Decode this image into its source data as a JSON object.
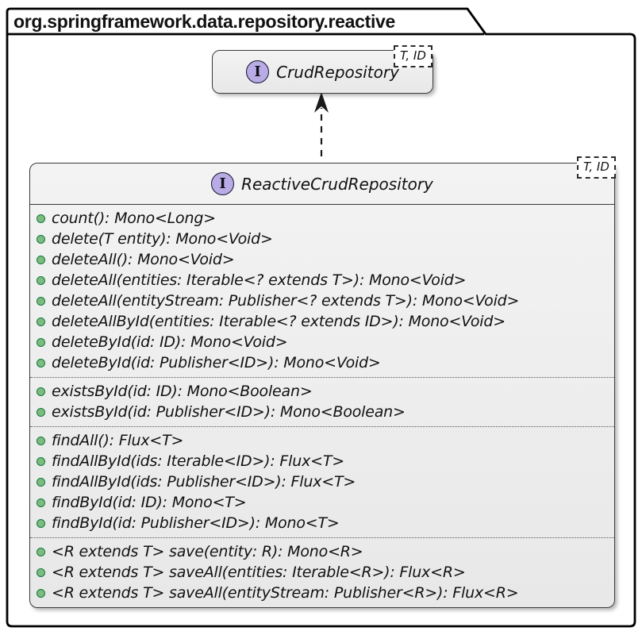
{
  "colors": {
    "ink": "#111111",
    "box-border": "#3a3a3a",
    "accent-purple": "#b9abe6",
    "green-fill": "#7fbb7f",
    "green-border": "#0b7a3e",
    "box-fill-top": "#f3f3f3",
    "box-fill-bottom": "#e8e8e8"
  },
  "package": {
    "title": "org.springframework.data.repository.reactive"
  },
  "crud_repository": {
    "stereotype_letter": "I",
    "name": "CrudRepository",
    "generics": "T, ID"
  },
  "relationship": {
    "type": "dashed-extends-arrow",
    "from": "ReactiveCrudRepository",
    "to": "CrudRepository"
  },
  "reactive_crud_repository": {
    "stereotype_letter": "I",
    "name": "ReactiveCrudRepository",
    "generics": "T, ID",
    "sections": [
      {
        "methods": [
          "count(): Mono<Long>",
          "delete(T entity): Mono<Void>",
          "deleteAll(): Mono<Void>",
          "deleteAll(entities: Iterable<? extends T>): Mono<Void>",
          "deleteAll(entityStream: Publisher<? extends T>): Mono<Void>",
          "deleteAllById(entities: Iterable<? extends ID>): Mono<Void>",
          "deleteById(id: ID): Mono<Void>",
          "deleteById(id: Publisher<ID>): Mono<Void>"
        ]
      },
      {
        "methods": [
          "existsById(id: ID): Mono<Boolean>",
          "existsById(id: Publisher<ID>): Mono<Boolean>"
        ]
      },
      {
        "methods": [
          "findAll(): Flux<T>",
          "findAllById(ids: Iterable<ID>): Flux<T>",
          "findAllById(ids: Publisher<ID>): Flux<T>",
          "findById(id: ID): Mono<T>",
          "findById(id: Publisher<ID>): Mono<T>"
        ]
      },
      {
        "methods": [
          "<R extends T> save(entity: R): Mono<R>",
          "<R extends T> saveAll(entities: Iterable<R>): Flux<R>",
          "<R extends T> saveAll(entityStream: Publisher<R>): Flux<R>"
        ]
      }
    ]
  }
}
